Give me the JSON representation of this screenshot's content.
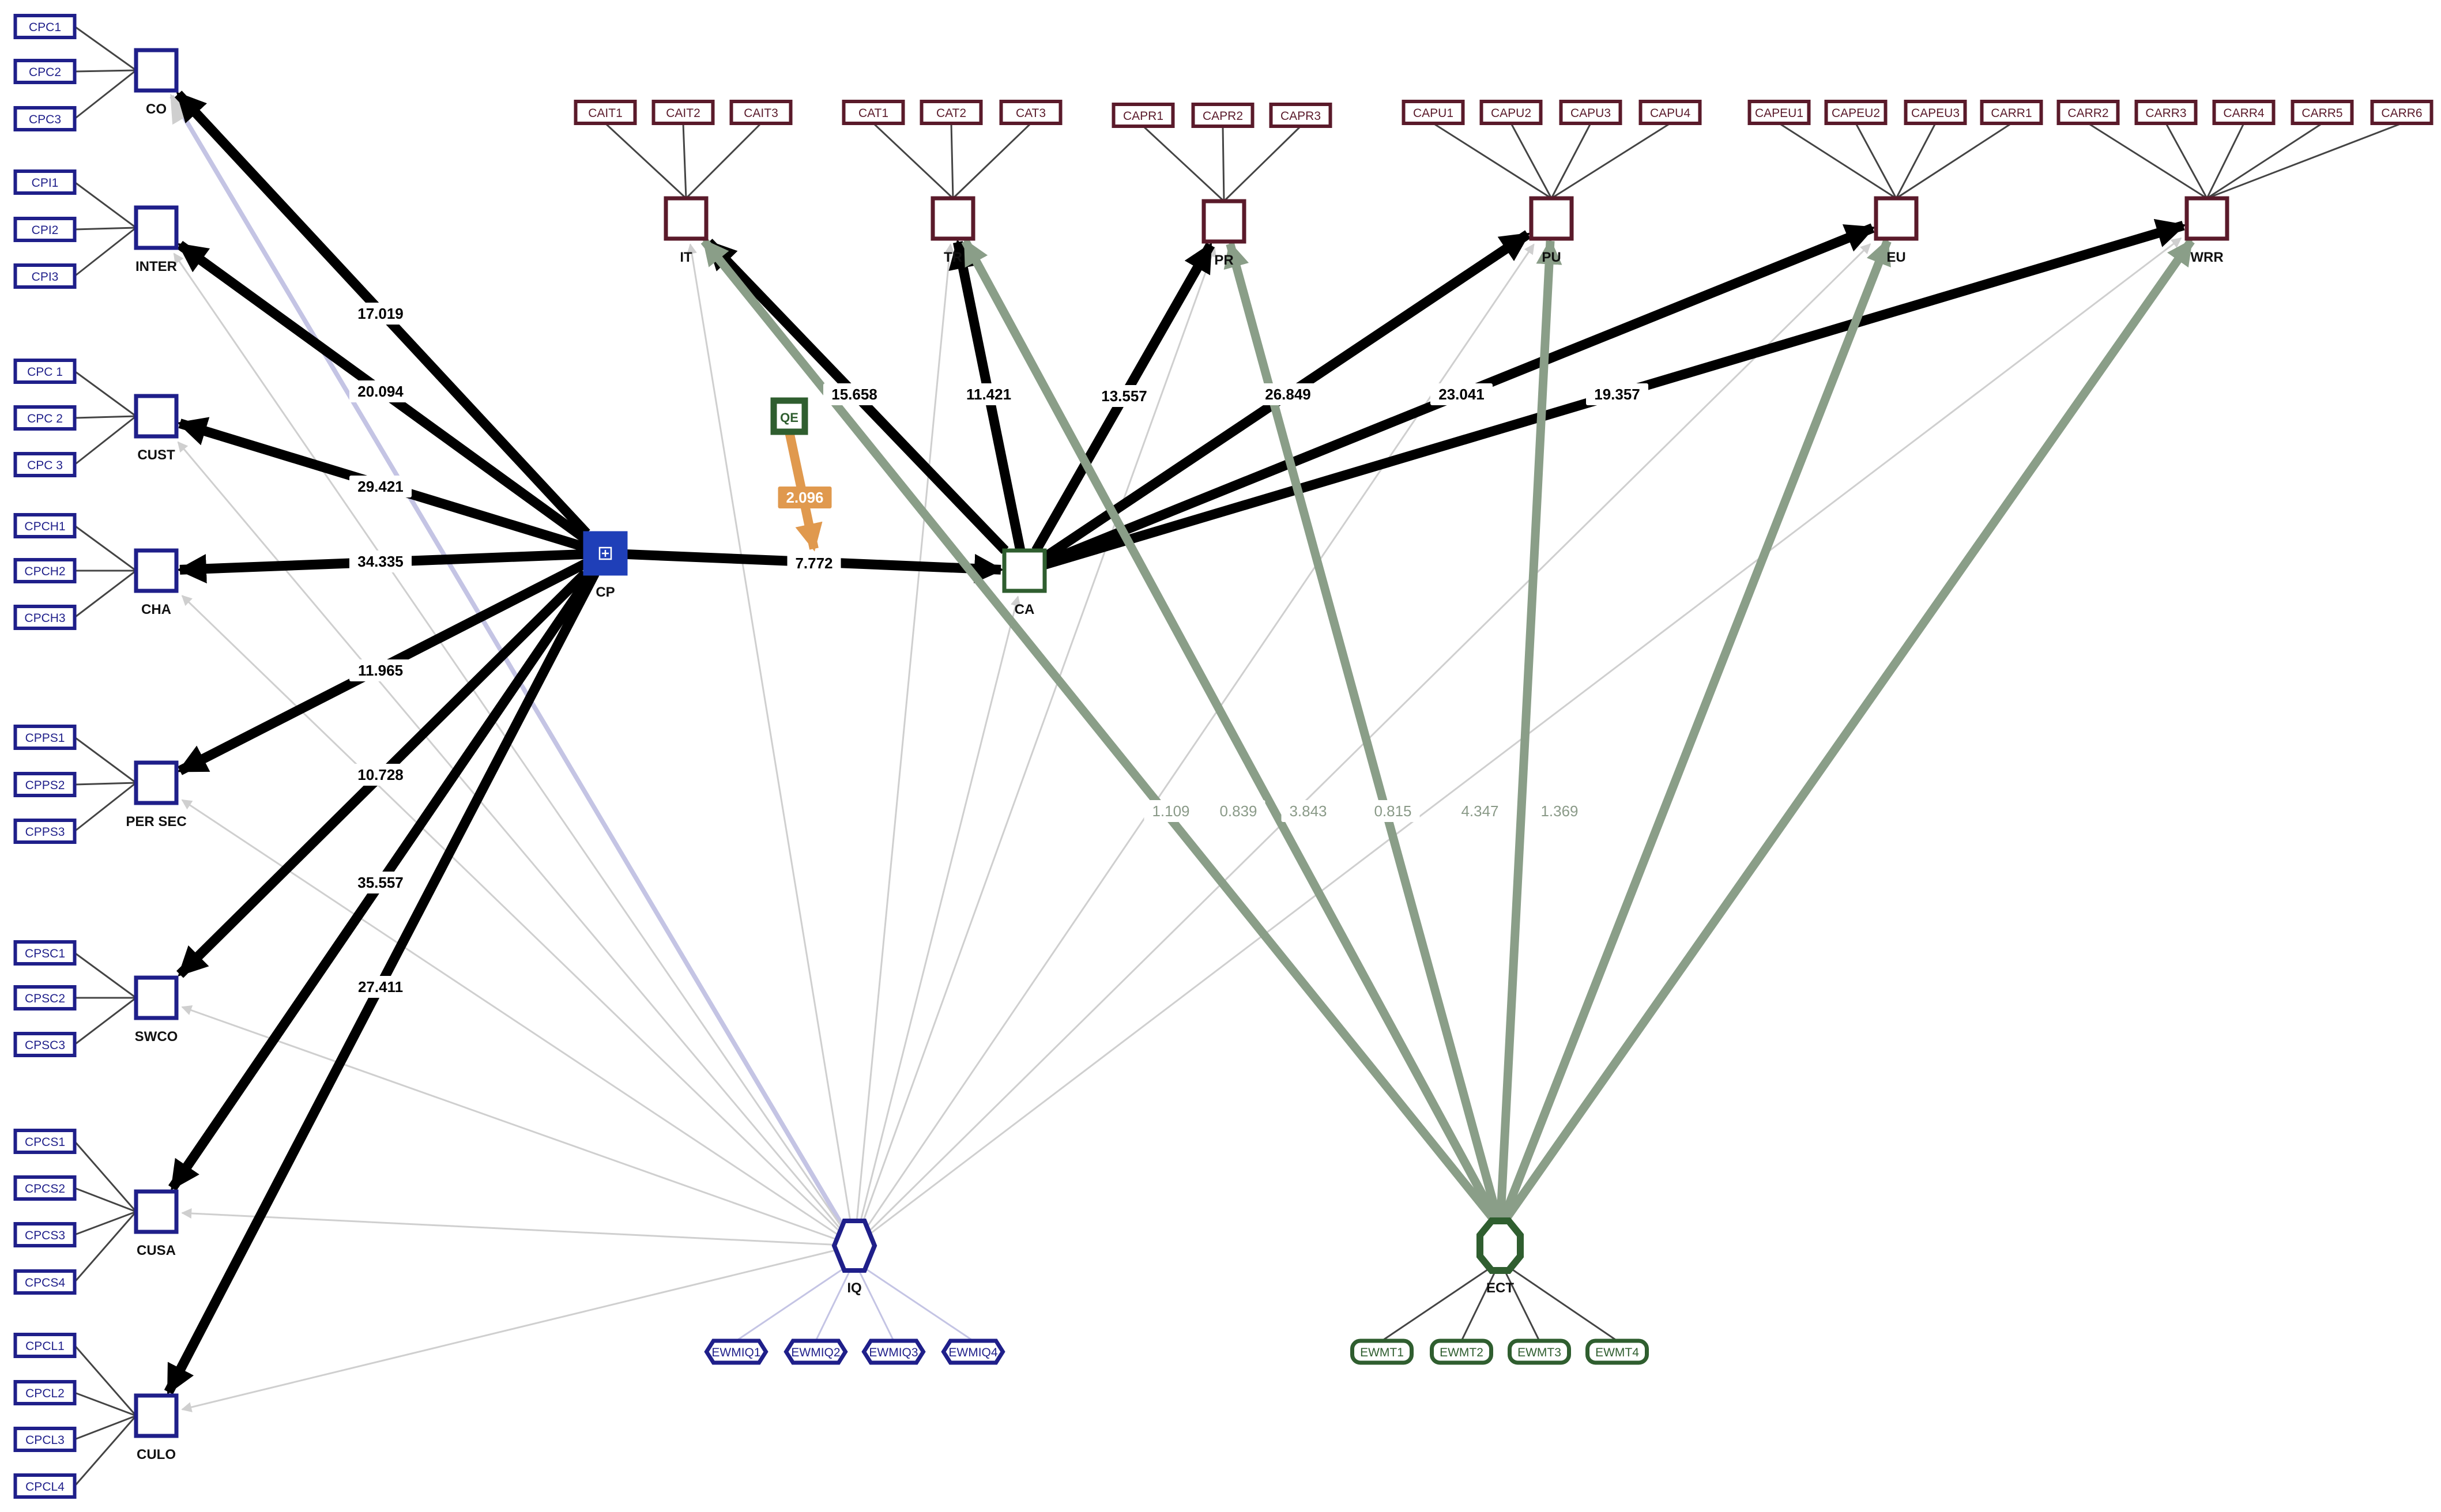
{
  "colors": {
    "blue": "#1f1f8a",
    "blue_fill": "#1f3fb8",
    "maroon": "#5a1a2a",
    "green": "#2f5e2f",
    "green_path": "#8a9e88",
    "orange": "#e0994e",
    "black": "#000000",
    "faint_blue": "#c4c4e4",
    "faint_gray": "#cfcfcf",
    "indicator_line": "#444444"
  },
  "constructs": {
    "CO": "CO",
    "INTER": "INTER",
    "CUST": "CUST",
    "CHA": "CHA",
    "PERSEC": "PER SEC",
    "SWCO": "SWCO",
    "CUSA": "CUSA",
    "CULO": "CULO",
    "CP": "CP",
    "CA": "CA",
    "IT": "IT",
    "TR": "TR",
    "PR": "PR",
    "PU": "PU",
    "EU": "EU",
    "WRR": "WRR",
    "QE": "QE",
    "IQ": "IQ",
    "ECT": "ECT"
  },
  "indicators": {
    "CO": [
      "CPC1",
      "CPC2",
      "CPC3"
    ],
    "INTER": [
      "CPI1",
      "CPI2",
      "CPI3"
    ],
    "CUST": [
      "CPC 1",
      "CPC 2",
      "CPC 3"
    ],
    "CHA": [
      "CPCH1",
      "CPCH2",
      "CPCH3"
    ],
    "PERSEC": [
      "CPPS1",
      "CPPS2",
      "CPPS3"
    ],
    "SWCO": [
      "CPSC1",
      "CPSC2",
      "CPSC3"
    ],
    "CUSA": [
      "CPCS1",
      "CPCS2",
      "CPCS3",
      "CPCS4"
    ],
    "CULO": [
      "CPCL1",
      "CPCL2",
      "CPCL3",
      "CPCL4"
    ],
    "IT": [
      "CAIT1",
      "CAIT2",
      "CAIT3"
    ],
    "TR": [
      "CAT1",
      "CAT2",
      "CAT3"
    ],
    "PR": [
      "CAPR1",
      "CAPR2",
      "CAPR3"
    ],
    "PU": [
      "CAPU1",
      "CAPU2",
      "CAPU3",
      "CAPU4"
    ],
    "EU": [
      "CAPEU1",
      "CAPEU2",
      "CAPEU3",
      "CARR1"
    ],
    "WRR": [
      "CARR2",
      "CARR3",
      "CARR4",
      "CARR5",
      "CARR6"
    ],
    "IQ": [
      "EWMIQ1",
      "EWMIQ2",
      "EWMIQ3",
      "EWMIQ4"
    ],
    "ECT": [
      "EWMT1",
      "EWMT2",
      "EWMT3",
      "EWMT4"
    ]
  },
  "paths": [
    {
      "from": "CP",
      "to": "CO",
      "value": "17.019"
    },
    {
      "from": "CP",
      "to": "INTER",
      "value": "20.094"
    },
    {
      "from": "CP",
      "to": "CUST",
      "value": "29.421"
    },
    {
      "from": "CP",
      "to": "CHA",
      "value": "34.335"
    },
    {
      "from": "CP",
      "to": "PERSEC",
      "value": "11.965"
    },
    {
      "from": "CP",
      "to": "SWCO",
      "value": "10.728"
    },
    {
      "from": "CP",
      "to": "CUSA",
      "value": "35.557"
    },
    {
      "from": "CP",
      "to": "CULO",
      "value": "27.411"
    },
    {
      "from": "CP",
      "to": "CA",
      "value": "7.772"
    },
    {
      "from": "CA",
      "to": "IT",
      "value": "15.658"
    },
    {
      "from": "CA",
      "to": "TR",
      "value": "11.421"
    },
    {
      "from": "CA",
      "to": "PR",
      "value": "13.557"
    },
    {
      "from": "CA",
      "to": "PU",
      "value": "26.849"
    },
    {
      "from": "CA",
      "to": "EU",
      "value": "23.041"
    },
    {
      "from": "CA",
      "to": "WRR",
      "value": "19.357"
    },
    {
      "from": "QE",
      "to": "CP_CA",
      "value": "2.096"
    },
    {
      "from": "ECT",
      "to": "IT",
      "value": "1.109"
    },
    {
      "from": "ECT",
      "to": "TR",
      "value": "0.839"
    },
    {
      "from": "ECT",
      "to": "PR",
      "value": "3.843"
    },
    {
      "from": "ECT",
      "to": "PU",
      "value": "0.815"
    },
    {
      "from": "ECT",
      "to": "EU",
      "value": "4.347"
    },
    {
      "from": "ECT",
      "to": "WRR",
      "value": "1.369"
    }
  ]
}
